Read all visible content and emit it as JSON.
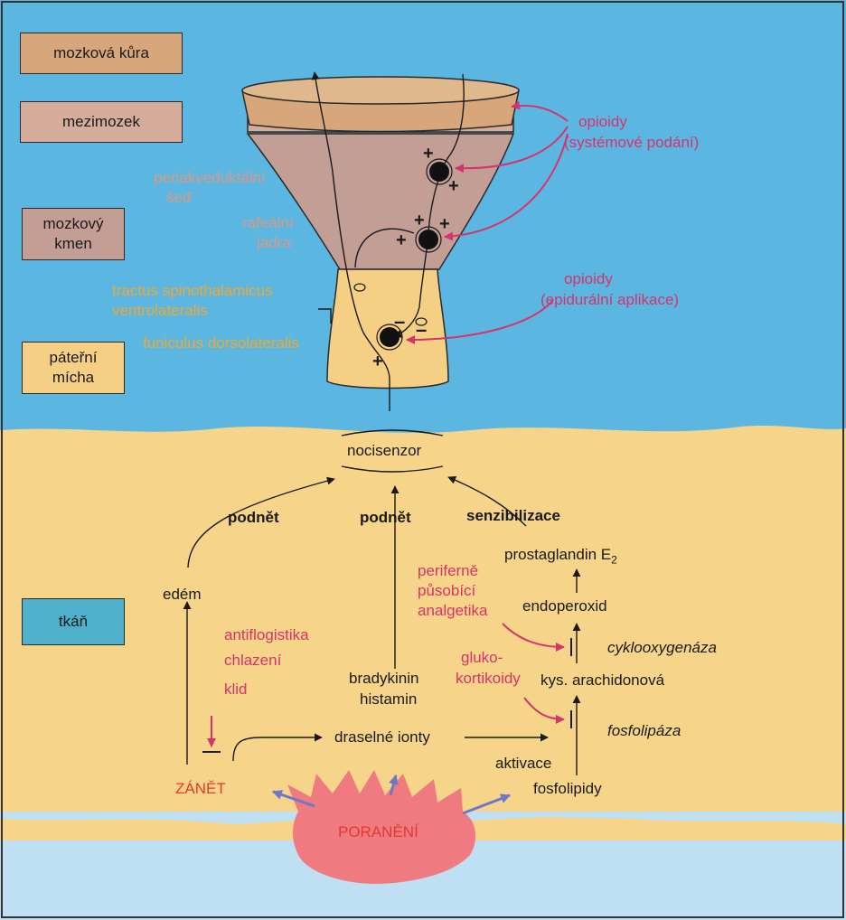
{
  "colors": {
    "sky": "#5cb6e2",
    "tissue": "#f6d489",
    "cortex_band": "#d7a77b",
    "diencephalon_band": "#c39e95",
    "spinal_cord": "#f5cf83",
    "tissue_box": "#4fb0cc",
    "opioid_arrow": "#d6336c",
    "wound": "#ef7a80"
  },
  "regions": {
    "cortex": "mozková kůra",
    "diencephalon": "mezimozek",
    "brainstem_1": "mozkový",
    "brainstem_2": "kmen",
    "spinal_1": "páteřní",
    "spinal_2": "mícha",
    "tissue": "tkáň"
  },
  "structures": {
    "pag_1": "periakveduktální",
    "pag_2": "šeď",
    "raphe_1": "rafeální",
    "raphe_2": "jádra",
    "stt_1": "tractus spinothalamicus",
    "stt_2": "ventrolateralis",
    "dlf": "funiculus dorsolateralis"
  },
  "opioids": {
    "systemic_1": "opioidy",
    "systemic_2": "(systémové podání)",
    "epidural_1": "opioidy",
    "epidural_2": "(epidurální aplikace)"
  },
  "signs": {
    "plus": "+",
    "minus": "–"
  },
  "pathway": {
    "nociceptor": "nocisenzor",
    "stimulus_1": "podnět",
    "stimulus_2": "podnět",
    "sensitization": "senzibilizace",
    "edema": "edém",
    "prostaglandin": "prostaglandin E",
    "prostaglandin_sub": "2",
    "endoperoxide": "endoperoxid",
    "cyclooxygenase": "cyklooxygenáza",
    "arachidonic": "kys. arachidonová",
    "phospholipase": "fosfolipáza",
    "activation": "aktivace",
    "phospholipids": "fosfolipidy",
    "bradykinin": "bradykinin",
    "histamine": "histamin",
    "potassium": "draselné ionty",
    "inflammation": "ZÁNĚT",
    "injury": "PORANĚNÍ"
  },
  "interventions": {
    "antiphlogistics": "antiflogistika",
    "cooling": "chlazení",
    "rest": "klid",
    "peripheral_1": "periferně",
    "peripheral_2": "působící",
    "peripheral_3": "analgetika",
    "gluco_1": "gluko-",
    "gluco_2": "kortikoidy"
  }
}
